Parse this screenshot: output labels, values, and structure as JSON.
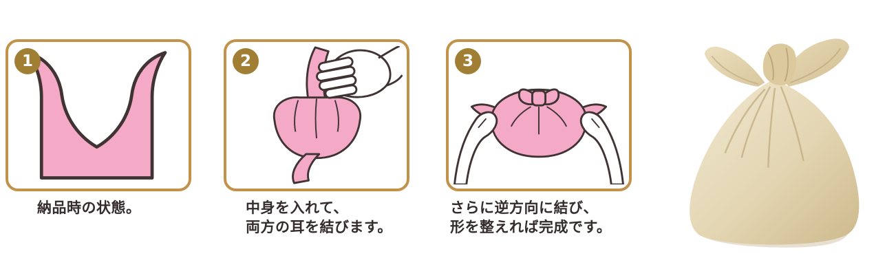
{
  "page": {
    "background": "#ffffff"
  },
  "colors": {
    "panel_border": "#c2914a",
    "badge_background": "#a07e33",
    "badge_number": "#ffffff",
    "caption_text": "#342c2c",
    "illustration_pink": "#f4a9c7",
    "illustration_outline": "#3f3333",
    "bag_photo_beige": "#e3d5b2"
  },
  "steps": [
    {
      "number": "1",
      "caption_lines": [
        "納品時の状態。"
      ],
      "illustration": "flat-bag-with-ears"
    },
    {
      "number": "2",
      "caption_lines": [
        "中身を入れて、",
        "両方の耳を結びます。"
      ],
      "illustration": "hand-tying-pouch"
    },
    {
      "number": "3",
      "caption_lines": [
        "さらに逆方向に結び、",
        "形を整えれば完成です。"
      ],
      "illustration": "hands-adjusting-knot"
    }
  ],
  "photo": {
    "name": "finished-beige-gift-bag"
  }
}
